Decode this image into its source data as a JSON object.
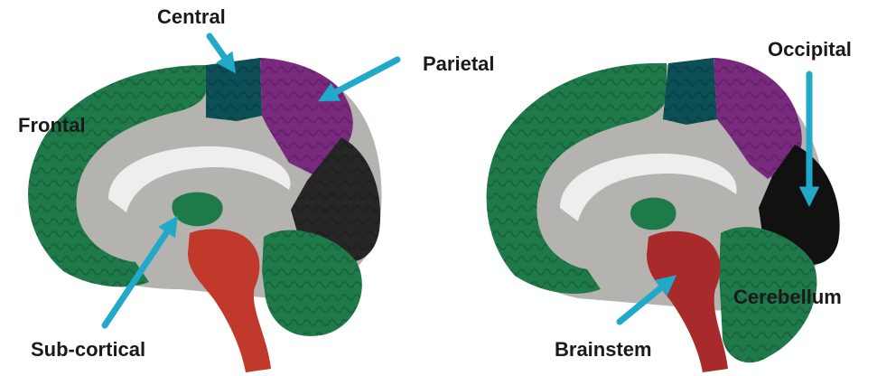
{
  "labels": {
    "central": "Central",
    "parietal": "Parietal",
    "frontal": "Frontal",
    "sub_cortical": "Sub-cortical",
    "occipital": "Occipital",
    "brainstem": "Brainstem",
    "cerebellum": "Cerebellum"
  },
  "colors": {
    "frontal": "#1f7a4a",
    "central": "#0d4f57",
    "parietal": "#7a2a7e",
    "occipital": "#262626",
    "cerebellum": "#1f7a4a",
    "subcortical": "#1f7a4a",
    "brainstem": "#c0392b",
    "white_matter": "#b5b3b0",
    "corpus_callosum": "#eeeeee",
    "arrow": "#20a9c9"
  }
}
